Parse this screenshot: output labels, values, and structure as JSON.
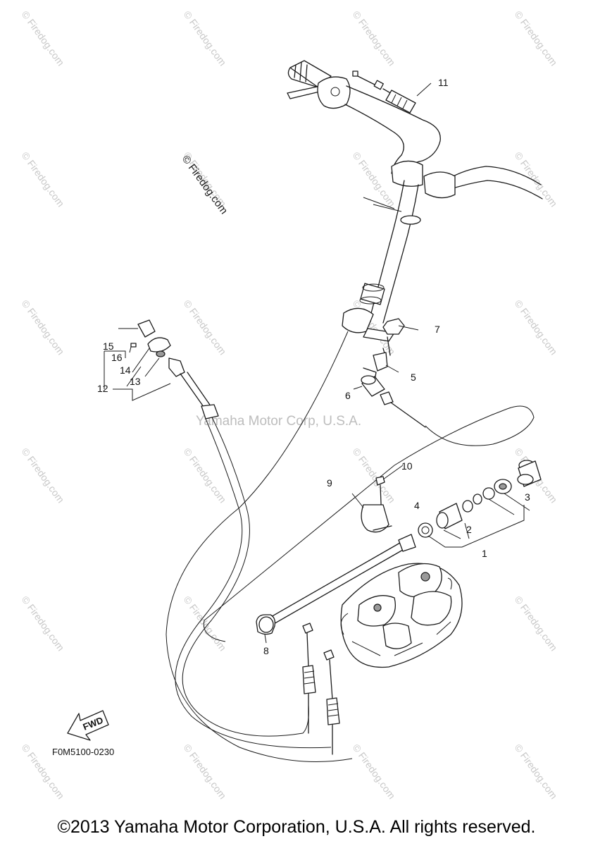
{
  "diagram": {
    "callouts": [
      "1",
      "2",
      "3",
      "4",
      "5",
      "6",
      "7",
      "8",
      "9",
      "10",
      "11",
      "12",
      "13",
      "14",
      "15",
      "16"
    ],
    "part_code": "F0M5100-0230",
    "fwd_label": "FWD",
    "watermark_center": "Yamaha Motor Corp, U.S.A.",
    "watermark_dark": "© Firedog.com",
    "watermark_repeat": "© Firedog.com"
  },
  "footer": {
    "copyright": "©2013 Yamaha Motor Corporation, U.S.A. All rights reserved."
  }
}
